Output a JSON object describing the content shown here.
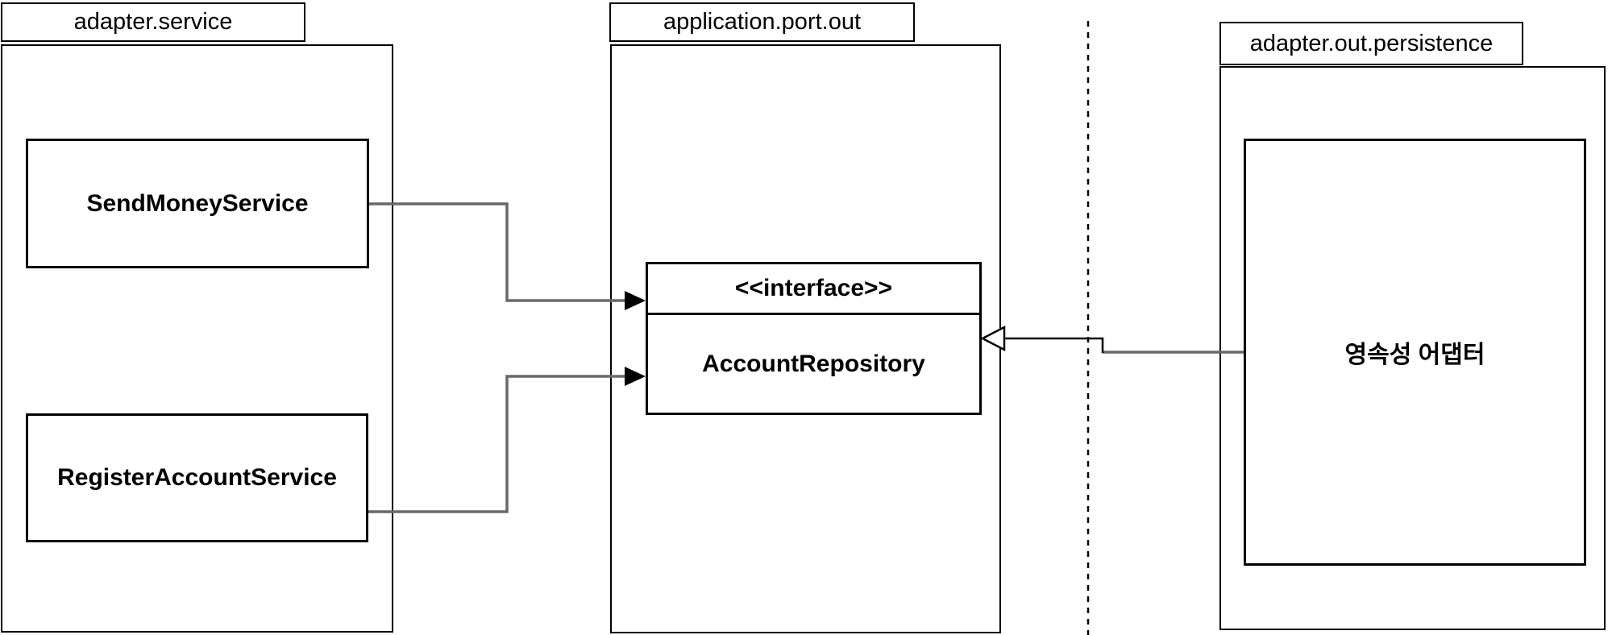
{
  "diagram": {
    "packages": [
      {
        "label": "adapter.service"
      },
      {
        "label": "application.port.out"
      },
      {
        "label": "adapter.out.persistence"
      }
    ],
    "classes": {
      "send_money_service": "SendMoneyService",
      "register_account_service": "RegisterAccountService",
      "interface_stereotype": "<<interface>>",
      "account_repository": "AccountRepository",
      "persistence_adapter": "영속성 어댑터"
    },
    "edges": [
      {
        "from": "SendMoneyService",
        "to": "AccountRepository",
        "style": "solid-arrow"
      },
      {
        "from": "RegisterAccountService",
        "to": "AccountRepository",
        "style": "solid-arrow"
      },
      {
        "from": "영속성 어댑터",
        "to": "AccountRepository",
        "style": "realization-hollow-triangle"
      }
    ],
    "separator": {
      "style": "dashed-vertical-line"
    },
    "colors": {
      "connector_gray": "#686868",
      "line_black": "#000000",
      "border": "#000000",
      "background": "#ffffff"
    }
  }
}
